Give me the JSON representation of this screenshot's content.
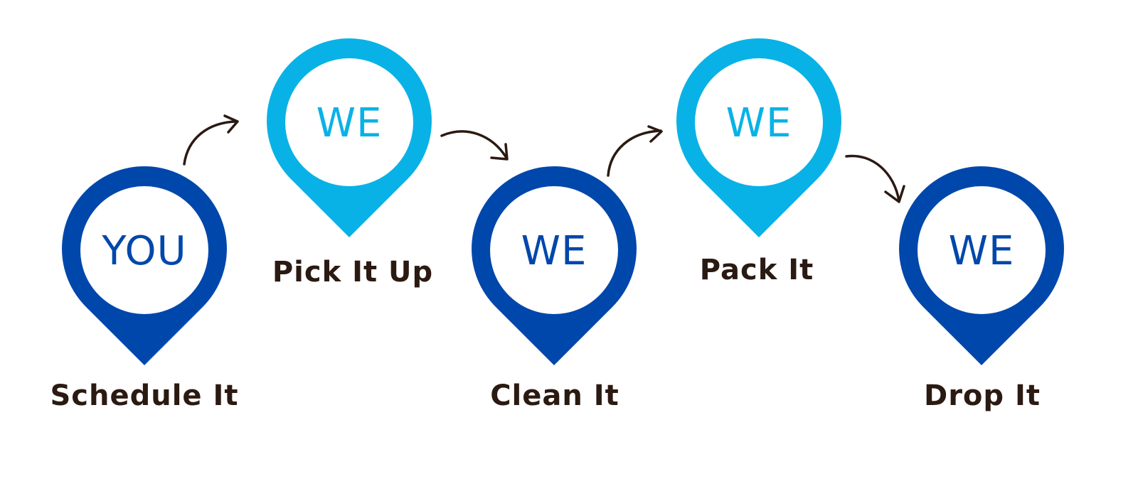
{
  "colors": {
    "dark_blue": "#0047AB",
    "light_blue": "#09B2E6",
    "inner": "#ffffff",
    "label": "#2B1A12",
    "arrow": "#2B1A12"
  },
  "steps": [
    {
      "pin_text": "YOU",
      "label": "Schedule It",
      "tone": "dark_blue"
    },
    {
      "pin_text": "WE",
      "label": "Pick It Up",
      "tone": "light_blue"
    },
    {
      "pin_text": "WE",
      "label": "Clean It",
      "tone": "dark_blue"
    },
    {
      "pin_text": "WE",
      "label": "Pack It",
      "tone": "light_blue"
    },
    {
      "pin_text": "WE",
      "label": "Drop It",
      "tone": "dark_blue"
    }
  ]
}
